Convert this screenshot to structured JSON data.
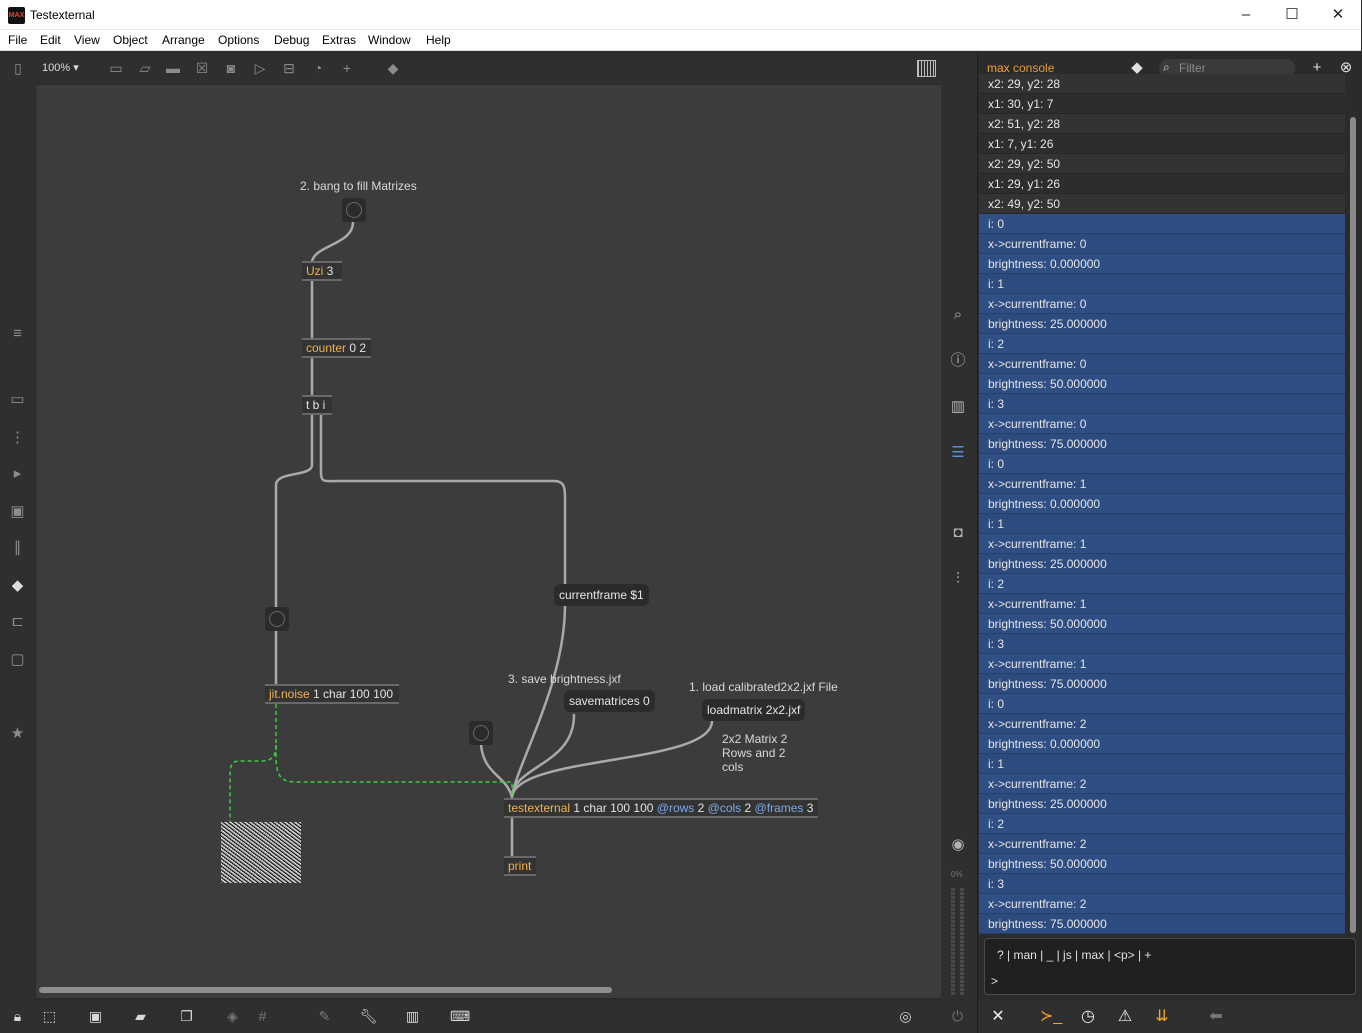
{
  "window": {
    "title": "Testexternal",
    "logo_text": "MAX",
    "minimize": "–",
    "maximize": "☐",
    "close": "✕"
  },
  "menu": [
    "File",
    "Edit",
    "View",
    "Object",
    "Arrange",
    "Options",
    "Debug",
    "Extras",
    "Window",
    "Help"
  ],
  "toolbar": {
    "zoom": "100% ▾"
  },
  "patch": {
    "comments": {
      "bang_fill": "2. bang to fill Matrizes",
      "save_brightness": "3. save brightness.jxf",
      "load_calibrated": "1. load calibrated2x2.jxf File",
      "matrix_note": "2x2 Matrix 2 Rows and 2 cols"
    },
    "objects": {
      "uzi": {
        "class": "Uzi",
        "args": " 3"
      },
      "counter": {
        "class": "counter",
        "args": " 0 2"
      },
      "trigger": {
        "class": "t b i"
      },
      "jit_noise": {
        "class": "jit.noise",
        "args": " 1 char 100 100"
      },
      "testexternal": {
        "class": "testexternal",
        "args": " 1 char 100 100 ",
        "attr_rows": "@rows",
        "val_rows": " 2 ",
        "attr_cols": "@cols",
        "val_cols": " 2 ",
        "attr_frames": "@frames",
        "val_frames": " 3"
      },
      "print": {
        "class": "print"
      }
    },
    "messages": {
      "currentframe": "currentframe $1",
      "savematrices": "savematrices 0",
      "loadmatrix": "loadmatrix 2x2.jxf"
    }
  },
  "tool_column": {
    "cpu": "0%"
  },
  "console": {
    "title_max": "max",
    "title_console": " console",
    "filter_placeholder": "Filter",
    "shortcuts": "?  |  man  |  _  |  js  |  max  |  <p>  |  +",
    "prompt": ">",
    "rows": [
      {
        "text": "x2: 29, y2: 28",
        "sel": false
      },
      {
        "text": "x1: 30, y1: 7",
        "sel": false
      },
      {
        "text": "x2: 51, y2: 28",
        "sel": false
      },
      {
        "text": "x1: 7, y1: 26",
        "sel": false
      },
      {
        "text": "x2: 29, y2: 50",
        "sel": false
      },
      {
        "text": "x1: 29, y1: 26",
        "sel": false
      },
      {
        "text": "x2: 49, y2: 50",
        "sel": false
      },
      {
        "text": "i: 0",
        "sel": true
      },
      {
        "text": "x->currentframe: 0",
        "sel": true
      },
      {
        "text": "brightness: 0.000000",
        "sel": true
      },
      {
        "text": "i: 1",
        "sel": true
      },
      {
        "text": "x->currentframe: 0",
        "sel": true
      },
      {
        "text": "brightness: 25.000000",
        "sel": true
      },
      {
        "text": "i: 2",
        "sel": true
      },
      {
        "text": "x->currentframe: 0",
        "sel": true
      },
      {
        "text": "brightness: 50.000000",
        "sel": true
      },
      {
        "text": "i: 3",
        "sel": true
      },
      {
        "text": "x->currentframe: 0",
        "sel": true
      },
      {
        "text": "brightness: 75.000000",
        "sel": true
      },
      {
        "text": "i: 0",
        "sel": true
      },
      {
        "text": "x->currentframe: 1",
        "sel": true
      },
      {
        "text": "brightness: 0.000000",
        "sel": true
      },
      {
        "text": "i: 1",
        "sel": true
      },
      {
        "text": "x->currentframe: 1",
        "sel": true
      },
      {
        "text": "brightness: 25.000000",
        "sel": true
      },
      {
        "text": "i: 2",
        "sel": true
      },
      {
        "text": "x->currentframe: 1",
        "sel": true
      },
      {
        "text": "brightness: 50.000000",
        "sel": true
      },
      {
        "text": "i: 3",
        "sel": true
      },
      {
        "text": "x->currentframe: 1",
        "sel": true
      },
      {
        "text": "brightness: 75.000000",
        "sel": true
      },
      {
        "text": "i: 0",
        "sel": true
      },
      {
        "text": "x->currentframe: 2",
        "sel": true
      },
      {
        "text": "brightness: 0.000000",
        "sel": true
      },
      {
        "text": "i: 1",
        "sel": true
      },
      {
        "text": "x->currentframe: 2",
        "sel": true
      },
      {
        "text": "brightness: 25.000000",
        "sel": true
      },
      {
        "text": "i: 2",
        "sel": true
      },
      {
        "text": "x->currentframe: 2",
        "sel": true
      },
      {
        "text": "brightness: 50.000000",
        "sel": true
      },
      {
        "text": "i: 3",
        "sel": true
      },
      {
        "text": "x->currentframe: 2",
        "sel": true
      },
      {
        "text": "brightness: 75.000000",
        "sel": true
      }
    ]
  },
  "colors": {
    "object_class": "#f1b24f",
    "attribute": "#7fa9ea",
    "console_selected": "#2d4b7f",
    "console_accent": "#f5a623",
    "jitter_cord": "#3bcf3b",
    "patch_cord": "#a9a9a9"
  }
}
